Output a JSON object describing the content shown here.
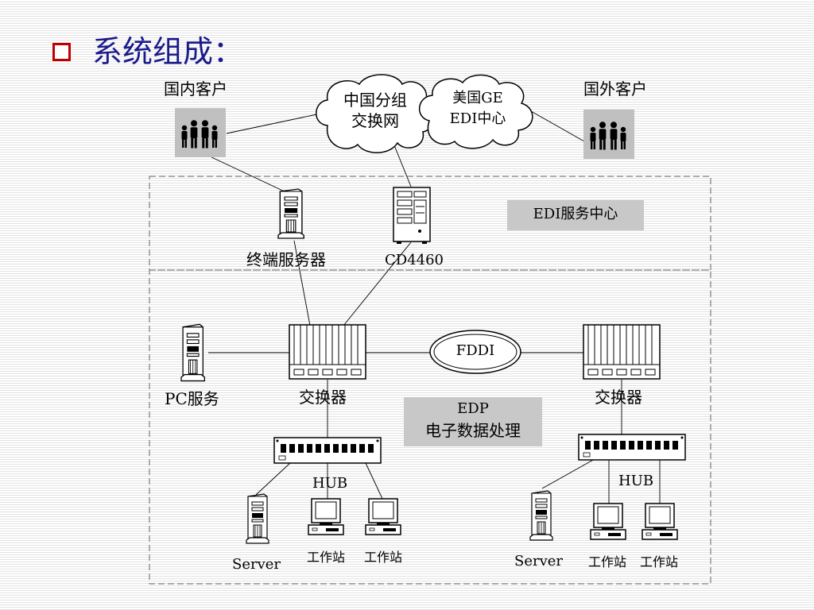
{
  "slide": {
    "title": "系统组成：",
    "bullet_color": "#c00000",
    "title_color": "#1a1a8c"
  },
  "diagram": {
    "domestic_clients": "国内客户",
    "foreign_clients": "国外客户",
    "china_network": [
      "中国分组",
      "交换网"
    ],
    "us_center": [
      "美国GE",
      "EDI中心"
    ],
    "edi_service_center": "EDI服务中心",
    "terminal_server": "终端服务器",
    "cd4460": "CD4460",
    "fddi": "FDDI",
    "pc_service": "PC服务",
    "switch_left": "交换器",
    "switch_right": "交换器",
    "edp_title": "EDP",
    "edp_subtitle": "电子数据处理",
    "hub_left": "HUB",
    "hub_right": "HUB",
    "server_left": "Server",
    "server_right": "Server",
    "workstation_1": "工作站",
    "workstation_2": "工作站",
    "workstation_3": "工作站",
    "workstation_4": "工作站",
    "icons": [
      "people-group-icon",
      "cloud-icon",
      "tower-server-icon",
      "mainframe-icon",
      "switch-rack-icon",
      "hub-icon",
      "workstation-icon",
      "ring-network-icon"
    ]
  }
}
